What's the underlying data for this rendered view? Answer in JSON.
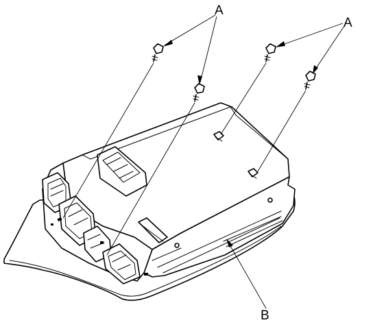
{
  "callouts": {
    "a_left": "A",
    "a_right": "A",
    "b": "B"
  },
  "colors": {
    "line": "#000000",
    "background": "#ffffff"
  }
}
